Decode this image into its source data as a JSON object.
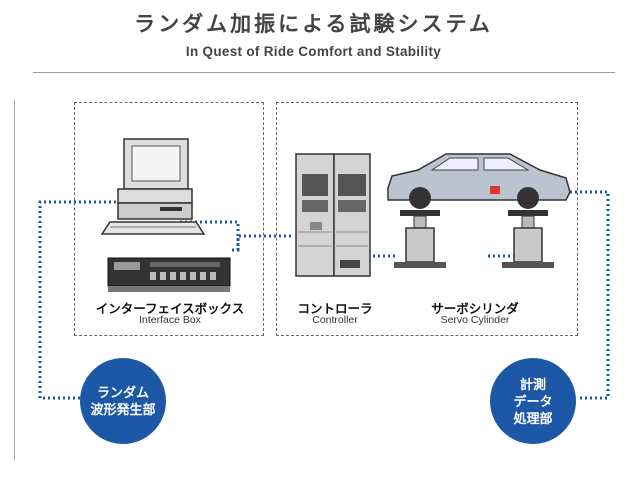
{
  "header": {
    "title_jp": "ランダム加振による試験システム",
    "title_en": "In Quest of Ride Comfort and Stability"
  },
  "labels": {
    "interface_jp": "インターフェイスボックス",
    "interface_en": "Interface Box",
    "controller_jp": "コントローラ",
    "controller_en": "Controller",
    "servo_jp": "サーボシリンダ",
    "servo_en": "Servo Cylinder"
  },
  "circles": {
    "random_line1": "ランダム",
    "random_line2": "波形発生部",
    "measure_line1": "計測",
    "measure_line2": "データ",
    "measure_line3": "処理部"
  },
  "colors": {
    "accent": "#1d58a6",
    "equipment": "#c9c9c9",
    "car": "#b9c4d0"
  }
}
